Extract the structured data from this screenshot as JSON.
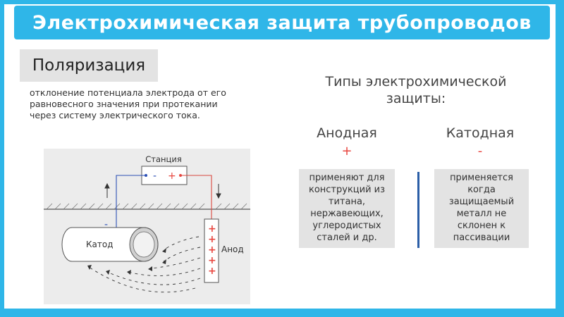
{
  "title": "Электрохимическая защита трубопроводов",
  "term": "Поляризация",
  "definition": "отклонение потенциала электрода от его равновесного значения при протекании через систему электрического тока.",
  "diagram": {
    "station_label": "Станция",
    "minus_sign": "-",
    "plus_sign": "+",
    "cathode_label": "Катод",
    "anode_label": "Анод",
    "cathode_minus": "-",
    "anode_plus": "+"
  },
  "types": {
    "title": "Типы электрохимической защиты:",
    "anodic": {
      "label": "Анодная",
      "sign": "+",
      "description": "применяют для конструкций из титана, нержавеющих, углеродистых сталей и др."
    },
    "cathodic": {
      "label": "Катодная",
      "sign": "-",
      "description": "применяется когда защищаемый металл не склонен к пассивации"
    }
  },
  "colors": {
    "accent": "#2fb6e8",
    "plus": "#e8463f",
    "minus": "#2b4fb5",
    "divider": "#2b5ea7"
  }
}
